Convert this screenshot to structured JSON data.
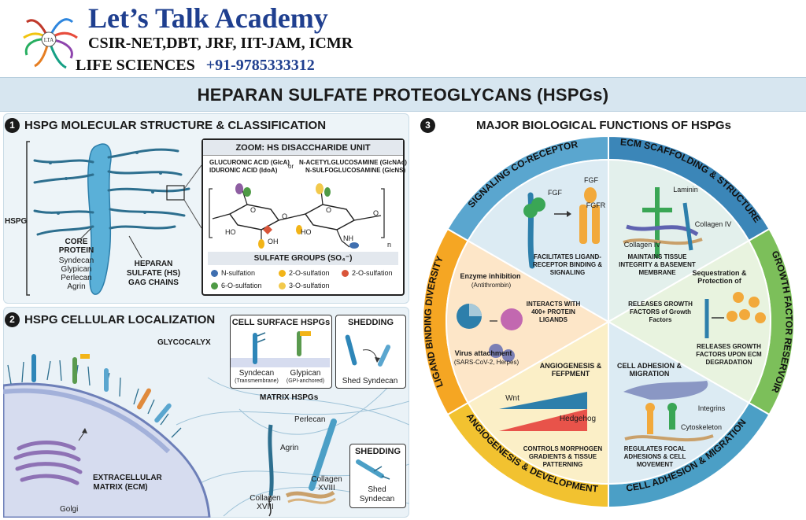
{
  "header": {
    "academy_name": "Let’s Talk Academy",
    "exams": "CSIR-NET,DBT, JRF, IIT-JAM, ICMR",
    "subject": "LIFE SCIENCES",
    "phone": "+91-9785333312",
    "logo_text": "LTA"
  },
  "title": "HEPARAN SULFATE PROTEOGLYCANS (HSPGs)",
  "section1": {
    "number": "1",
    "title": "HSPG MOLECULAR STRUCTURE & CLASSIFICATION",
    "hspg_label": "HSPG",
    "core_protein": "CORE PROTEIN",
    "core_protein_types": [
      "Syndecan",
      "Glypican",
      "Perlecan",
      "Agrin"
    ],
    "gag_label": "HEPARAN SULFATE (HS) GAG CHAINS",
    "zoom": {
      "title": "ZOOM: HS DISACCHARIDE UNIT",
      "left_line1": "GLUCURONIC ACID (GlcA)",
      "left_line2": "IDURONIC ACID (IdoA)",
      "or": "or",
      "right_line1": "N-ACETYLGLUCOSAMINE (GlcNAc)",
      "right_line2": "N-SULFOGLUCOSAMINE (GlcNS)",
      "ring_labels": [
        "HO",
        "OH",
        "HO",
        "NH",
        "O",
        "O",
        "O",
        "O",
        "n"
      ],
      "sulfate_title": "SULFATE GROUPS (SO₄⁻)",
      "sulfate_groups": [
        {
          "label": "N-sulfation",
          "color": "#3f6fb0"
        },
        {
          "label": "2-O-sulfation",
          "color": "#f2b418"
        },
        {
          "label": "2-O-sulfation",
          "color": "#d9553a"
        },
        {
          "label": "6-O-sulfation",
          "color": "#4e9a45"
        },
        {
          "label": "3-O-sulfation",
          "color": "#f2c94c"
        }
      ]
    }
  },
  "section2": {
    "number": "2",
    "title": "HSPG CELLULAR LOCALIZATION",
    "glycocalyx": "GLYCOCALYX",
    "ecm": "EXTRACELLULAR MATRIX (ECM)",
    "golgi": "Golgi",
    "cell_surface": {
      "title": "CELL SURFACE HSPGs",
      "items": [
        {
          "name": "Syndecan",
          "type": "(Transmembrane)"
        },
        {
          "name": "Glypican",
          "type": "(GPI-anchored)"
        }
      ]
    },
    "shedding_top": {
      "title": "SHEDDING",
      "label": "Shed Syndecan"
    },
    "matrix": {
      "title": "MATRIX HSPGs",
      "perlecan": "Perlecan",
      "agrin": "Agrin",
      "collagen_a": "Collagen XVIII",
      "collagen_b": "Collagen XVIII"
    },
    "shedding_bottom": {
      "title": "SHEDDING",
      "label": "Shed Syndecan"
    }
  },
  "section3": {
    "number": "3",
    "title": "MAJOR BIOLOGICAL FUNCTIONS OF HSPGs",
    "ring_labels": {
      "signaling": "SIGNALING CO-RECEPTOR",
      "ecm": "ECM SCAFFOLDING & STRUCTURE",
      "growth": "GROWTH FACTOR RESERVOIR",
      "adhesion": "CELL ADHESION & MIGRATION",
      "angio": "ANGIOGENESIS & DEVELOPMENT",
      "ligand": "LIGAND BINDING DIVERSITY"
    },
    "signaling": {
      "fgf_a": "FGF",
      "fgf_b": "FGF",
      "fgfr": "FGFR",
      "text": "FACILITATES LIGAND-RECEPTOR BINDING & SIGNALING"
    },
    "ecm": {
      "laminin": "Laminin",
      "collagen_a": "Collagen IV",
      "collagen_b": "Collagen IV",
      "text": "MAINTAINS TISSUE INTEGRITY & BASEMENT MEMBRANE"
    },
    "growth": {
      "seq": "Sequestration & Protection of",
      "release": "RELEASES GROWTH FACTORS of Growth Factors",
      "degradation": "RELEASES GROWTH FACTORS UPON ECM DEGRADATION"
    },
    "adhesion": {
      "title": "CELL ADHESION & MIGRATION",
      "integrins": "Integrins",
      "cytoskeleton": "Cytoskeleton",
      "text": "REGULATES FOCAL ADHESIONS & CELL MOVEMENT"
    },
    "angio": {
      "title": "ANGIOGENESIS & FEFPMENT",
      "wnt": "Wnt",
      "hedgehog": "Hedgehog",
      "text": "CONTROLS MORPHOGEN GRADIENTS & TISSUE PATTERNING"
    },
    "ligand": {
      "enzyme": "Enzyme inhibition",
      "antithrombin": "(Antithrombin)",
      "interacts": "INTERACTS WITH 400+ PROTEIN LIGANDS",
      "virus": "Virus attachment",
      "virus_examples": "(SARS-CoV-2, Herpes)"
    },
    "colors": {
      "signaling": "#5aa6cf",
      "ecm": "#3b86b8",
      "growth": "#7cbf5a",
      "adhesion": "#4b9fc6",
      "angio": "#f2c230",
      "ligand": "#f5a623"
    }
  }
}
